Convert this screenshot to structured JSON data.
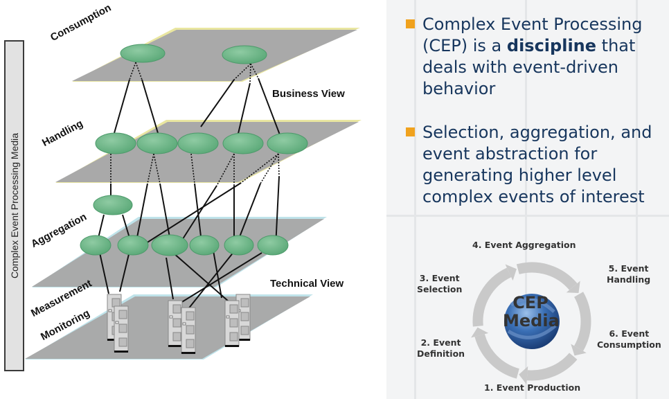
{
  "diagram": {
    "side_label": "Complex Event Processing Media",
    "layers": [
      {
        "id": "consumption",
        "label": "Consumption"
      },
      {
        "id": "handling",
        "label": "Handling"
      },
      {
        "id": "aggregation",
        "label": "Aggregation"
      },
      {
        "id": "measurement",
        "label": "Measurement Monitoring",
        "line1": "Measurement",
        "line2": "Monitoring"
      }
    ],
    "views": {
      "business": "Business View",
      "technical": "Technical View"
    },
    "colors": {
      "node_fill": "#6db88a",
      "plane_fill": "#a9a9a9",
      "plane_edge_top": "#e9e6a0",
      "plane_edge_bottom": "#bfe3ea"
    }
  },
  "bullets": [
    {
      "pre": "Complex Event Processing (CEP) is a ",
      "bold": "discipline",
      "post": " that deals with event-driven behavior"
    },
    {
      "pre": "Selection, aggregation, and event abstraction for generating higher level complex events of interest",
      "bold": "",
      "post": ""
    }
  ],
  "cycle": {
    "center_line1": "CEP",
    "center_line2": "Media",
    "steps": [
      {
        "n": "1. Event Production",
        "l1": "1. Event Production",
        "l2": ""
      },
      {
        "n": "2. Event Definition",
        "l1": "2. Event",
        "l2": "Definition"
      },
      {
        "n": "3. Event Selection",
        "l1": "3. Event",
        "l2": "Selection"
      },
      {
        "n": "4. Event Aggregation",
        "l1": "4. Event Aggregation",
        "l2": ""
      },
      {
        "n": "5. Event Handling",
        "l1": "5. Event",
        "l2": "Handling"
      },
      {
        "n": "6. Event Consumption",
        "l1": "6. Event",
        "l2": "Consumption"
      }
    ],
    "colors": {
      "arrow": "#c9c9c9",
      "globe": "#3a6fb5",
      "bullet_square": "#f0a21e",
      "text": "#17365d"
    }
  }
}
